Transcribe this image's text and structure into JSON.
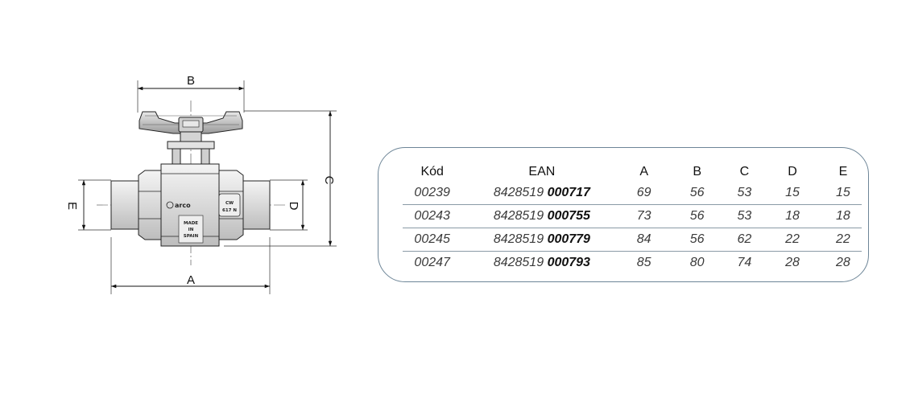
{
  "drawing": {
    "dimension_labels": {
      "a": "A",
      "b": "B",
      "c": "C",
      "d": "D",
      "e": "E"
    },
    "markings": {
      "brand": "arco",
      "made_in_line1": "MADE",
      "made_in_line2": "IN",
      "made_in_line3": "SPAIN",
      "cw_line1": "CW",
      "cw_line2": "617 N"
    }
  },
  "spec_table": {
    "headers": [
      "Kód",
      "EAN",
      "A",
      "B",
      "C",
      "D",
      "E"
    ],
    "rows": [
      {
        "kod": "00239",
        "ean_prefix": "8428519",
        "ean_suffix": "000717",
        "a": "69",
        "b": "56",
        "c": "53",
        "d": "15",
        "e": "15"
      },
      {
        "kod": "00243",
        "ean_prefix": "8428519",
        "ean_suffix": "000755",
        "a": "73",
        "b": "56",
        "c": "53",
        "d": "18",
        "e": "18"
      },
      {
        "kod": "00245",
        "ean_prefix": "8428519",
        "ean_suffix": "000779",
        "a": "84",
        "b": "56",
        "c": "62",
        "d": "22",
        "e": "22"
      },
      {
        "kod": "00247",
        "ean_prefix": "8428519",
        "ean_suffix": "000793",
        "a": "85",
        "b": "80",
        "c": "74",
        "d": "28",
        "e": "28"
      }
    ]
  }
}
